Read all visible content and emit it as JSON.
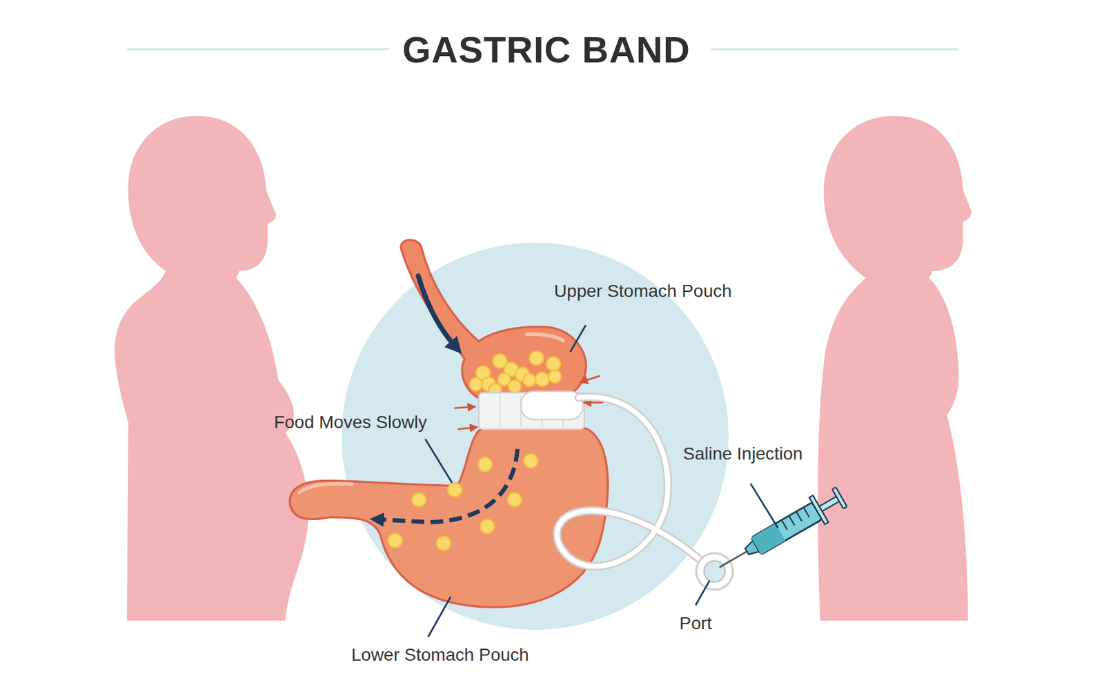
{
  "diagram": {
    "title": "GASTRIC BAND",
    "labels": [
      "Upper Stomach Pouch",
      "Food Moves Slowly",
      "Saline Injection",
      "Port",
      "Lower Stomach Pouch"
    ]
  }
}
